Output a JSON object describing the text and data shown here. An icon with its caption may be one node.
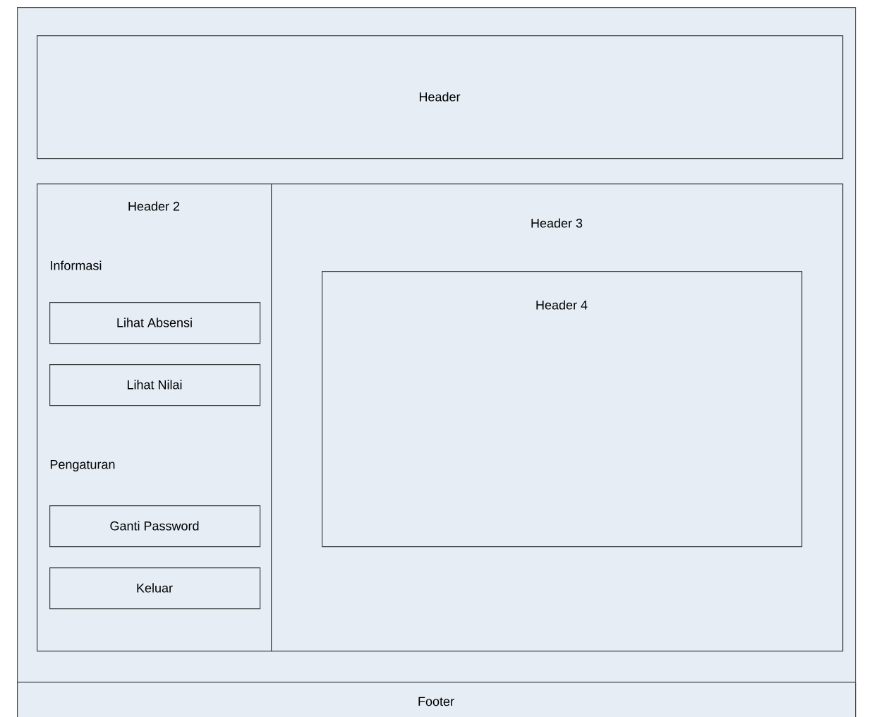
{
  "diagram": {
    "nodes": [
      {
        "text": [],
        "shape": "box"
      },
      {
        "text": [
          "Header"
        ],
        "in": 0
      },
      {
        "text": [
          "Header 2"
        ],
        "in": 0
      },
      {
        "text": [
          "Lihat Absensi"
        ],
        "in": 2
      },
      {
        "text": [
          "Lihat Nilai"
        ],
        "in": 2
      },
      {
        "text": [
          "Ganti Password"
        ],
        "in": 2
      },
      {
        "text": [
          "Keluar"
        ],
        "in": 2
      },
      {
        "text": [
          "Header 3"
        ],
        "in": 0
      },
      {
        "text": [
          "Header 4"
        ],
        "in": 7
      },
      {
        "text": [
          "Footer"
        ],
        "in": 0
      }
    ],
    "labels": [
      "Informasi",
      "Pengaturan"
    ]
  }
}
